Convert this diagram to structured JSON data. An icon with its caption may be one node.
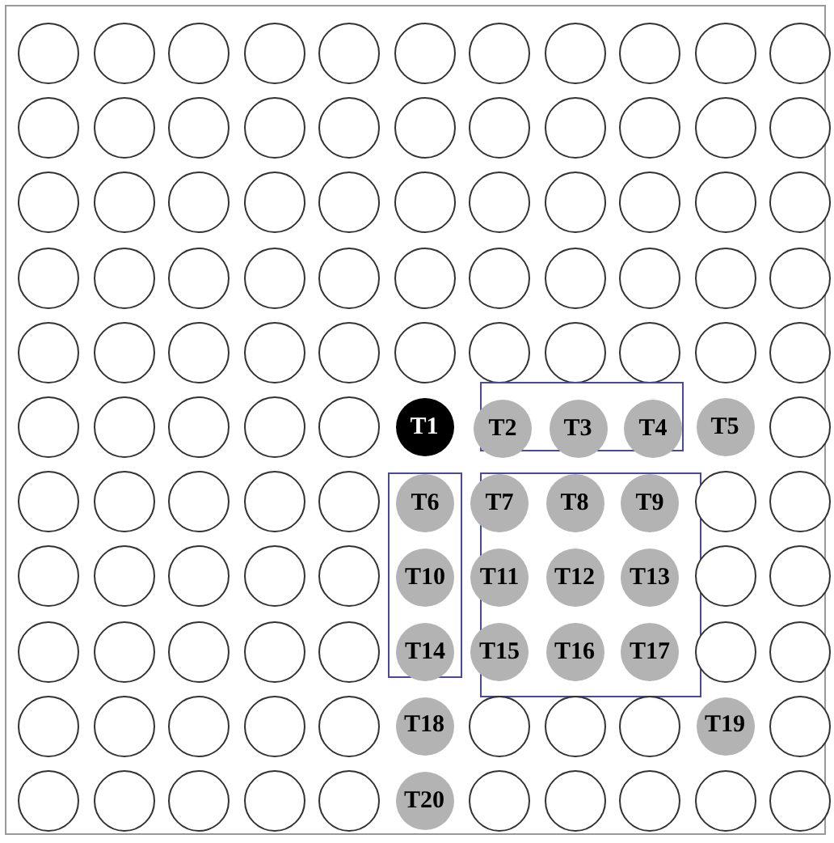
{
  "diagram": {
    "nodes": [
      {
        "text": [],
        "shape": "circle"
      },
      {
        "text": [],
        "shape": "circle"
      },
      {
        "text": [],
        "shape": "circle"
      },
      {
        "text": [],
        "shape": "circle"
      },
      {
        "text": [],
        "shape": "circle"
      },
      {
        "text": [],
        "shape": "circle"
      },
      {
        "text": [],
        "shape": "circle"
      },
      {
        "text": [],
        "shape": "circle"
      },
      {
        "text": [],
        "shape": "circle"
      },
      {
        "text": [],
        "shape": "circle"
      },
      {
        "text": [],
        "shape": "circle"
      },
      {
        "text": [],
        "shape": "circle"
      },
      {
        "text": [],
        "shape": "circle"
      },
      {
        "text": [],
        "shape": "circle"
      },
      {
        "text": [],
        "shape": "circle"
      },
      {
        "text": [],
        "shape": "circle"
      },
      {
        "text": [],
        "shape": "circle"
      },
      {
        "text": [],
        "shape": "circle"
      },
      {
        "text": [],
        "shape": "circle"
      },
      {
        "text": [],
        "shape": "circle"
      },
      {
        "text": [],
        "shape": "circle"
      },
      {
        "text": [],
        "shape": "circle"
      },
      {
        "text": [],
        "shape": "circle"
      },
      {
        "text": [],
        "shape": "circle"
      },
      {
        "text": [],
        "shape": "circle"
      },
      {
        "text": [],
        "shape": "circle"
      },
      {
        "text": [],
        "shape": "circle"
      },
      {
        "text": [],
        "shape": "circle"
      },
      {
        "text": [],
        "shape": "circle"
      },
      {
        "text": [],
        "shape": "circle"
      },
      {
        "text": [],
        "shape": "circle"
      },
      {
        "text": [],
        "shape": "circle"
      },
      {
        "text": [],
        "shape": "circle"
      },
      {
        "text": [],
        "shape": "circle"
      },
      {
        "text": [],
        "shape": "circle"
      },
      {
        "text": [],
        "shape": "circle"
      },
      {
        "text": [],
        "shape": "circle"
      },
      {
        "text": [],
        "shape": "circle"
      },
      {
        "text": [],
        "shape": "circle"
      },
      {
        "text": [],
        "shape": "circle"
      },
      {
        "text": [],
        "shape": "circle"
      },
      {
        "text": [],
        "shape": "circle"
      },
      {
        "text": [],
        "shape": "circle"
      },
      {
        "text": [],
        "shape": "circle"
      },
      {
        "text": [],
        "shape": "circle"
      },
      {
        "text": [],
        "shape": "circle"
      },
      {
        "text": [],
        "shape": "circle"
      },
      {
        "text": [],
        "shape": "circle"
      },
      {
        "text": [],
        "shape": "circle"
      },
      {
        "text": [],
        "shape": "circle"
      },
      {
        "text": [],
        "shape": "circle"
      },
      {
        "text": [],
        "shape": "circle"
      },
      {
        "text": [],
        "shape": "circle"
      },
      {
        "text": [],
        "shape": "circle"
      },
      {
        "text": [],
        "shape": "circle"
      },
      {
        "text": [],
        "shape": "circle"
      },
      {
        "text": [],
        "shape": "circle"
      },
      {
        "text": [],
        "shape": "circle"
      },
      {
        "text": [],
        "shape": "circle"
      },
      {
        "text": [],
        "shape": "circle"
      },
      {
        "text": [
          "T1"
        ]
      },
      {
        "text": [],
        "shape": "box"
      },
      {
        "text": [
          "T2"
        ],
        "in": 61
      },
      {
        "text": [
          "T3"
        ],
        "in": 61
      },
      {
        "text": [
          "T4"
        ],
        "in": 61
      },
      {
        "text": [
          "T5"
        ]
      },
      {
        "text": [],
        "shape": "circle"
      },
      {
        "text": [],
        "shape": "circle"
      },
      {
        "text": [],
        "shape": "circle"
      },
      {
        "text": [],
        "shape": "circle"
      },
      {
        "text": [],
        "shape": "circle"
      },
      {
        "text": [],
        "shape": "circle"
      },
      {
        "text": [],
        "shape": "box"
      },
      {
        "text": [
          "T6"
        ],
        "in": 72
      },
      {
        "text": [],
        "shape": "box"
      },
      {
        "text": [
          "T7"
        ],
        "in": 74
      },
      {
        "text": [
          "T8"
        ],
        "in": 74
      },
      {
        "text": [
          "T9"
        ],
        "in": 74
      },
      {
        "text": [],
        "shape": "circle"
      },
      {
        "text": [],
        "shape": "circle"
      },
      {
        "text": [],
        "shape": "circle"
      },
      {
        "text": [],
        "shape": "circle"
      },
      {
        "text": [],
        "shape": "circle"
      },
      {
        "text": [],
        "shape": "circle"
      },
      {
        "text": [],
        "shape": "circle"
      },
      {
        "text": [
          "T10"
        ],
        "in": 72
      },
      {
        "text": [
          "T11"
        ],
        "in": 74
      },
      {
        "text": [
          "T12"
        ],
        "in": 74
      },
      {
        "text": [
          "T13"
        ],
        "in": 74
      },
      {
        "text": [],
        "shape": "circle"
      },
      {
        "text": [],
        "shape": "circle"
      },
      {
        "text": [],
        "shape": "circle"
      },
      {
        "text": [],
        "shape": "circle"
      },
      {
        "text": [],
        "shape": "circle"
      },
      {
        "text": [],
        "shape": "circle"
      },
      {
        "text": [],
        "shape": "circle"
      },
      {
        "text": [
          "T14"
        ],
        "in": 72
      },
      {
        "text": [
          "T15"
        ],
        "in": 74
      },
      {
        "text": [
          "T16"
        ],
        "in": 74
      },
      {
        "text": [
          "T17"
        ],
        "in": 74
      },
      {
        "text": [],
        "shape": "circle"
      },
      {
        "text": [],
        "shape": "circle"
      },
      {
        "text": [],
        "shape": "circle"
      },
      {
        "text": [],
        "shape": "circle"
      },
      {
        "text": [],
        "shape": "circle"
      },
      {
        "text": [],
        "shape": "circle"
      },
      {
        "text": [],
        "shape": "circle"
      },
      {
        "text": [
          "T18"
        ]
      },
      {
        "text": [],
        "shape": "circle"
      },
      {
        "text": [],
        "shape": "circle"
      },
      {
        "text": [],
        "shape": "circle"
      },
      {
        "text": [
          "T19"
        ]
      },
      {
        "text": [],
        "shape": "circle"
      },
      {
        "text": [],
        "shape": "circle"
      },
      {
        "text": [],
        "shape": "circle"
      },
      {
        "text": [],
        "shape": "circle"
      },
      {
        "text": [],
        "shape": "circle"
      },
      {
        "text": [],
        "shape": "circle"
      },
      {
        "text": [
          "T20"
        ]
      },
      {
        "text": [],
        "shape": "circle"
      },
      {
        "text": [],
        "shape": "circle"
      },
      {
        "text": [],
        "shape": "circle"
      },
      {
        "text": [],
        "shape": "circle"
      },
      {
        "text": [],
        "shape": "circle"
      }
    ]
  }
}
